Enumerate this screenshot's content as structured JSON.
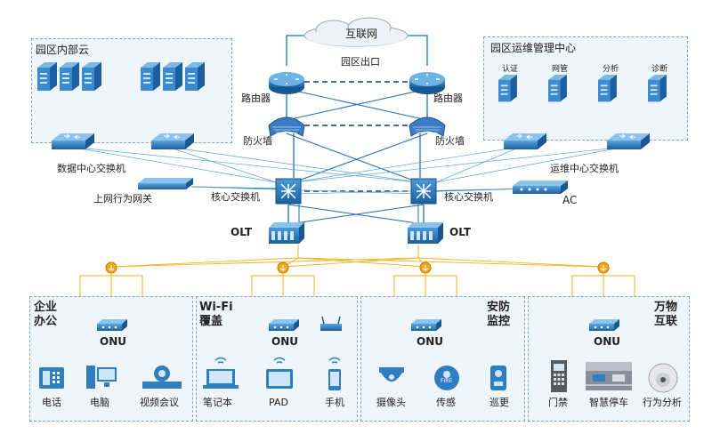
{
  "internet": "互联网",
  "park_exit": "园区出口",
  "router": "路由器",
  "firewall": "防火墙",
  "core_switch": "核心交换机",
  "olt": "OLT",
  "onu": "ONU",
  "cloud_panel": {
    "title": "园区内部云",
    "switch_label": "数据中心交换机"
  },
  "ops_panel": {
    "title": "园区运维管理中心",
    "items": [
      "认证",
      "网管",
      "分析",
      "诊断"
    ],
    "switch_label": "运维中心交换机"
  },
  "gateway_label": "上网行为网关",
  "ac_label": "AC",
  "zones": [
    {
      "title_lines": [
        "企业",
        "办公"
      ],
      "devices": [
        "电话",
        "电脑",
        "视频会议"
      ]
    },
    {
      "title_lines": [
        "Wi-Fi",
        "覆盖"
      ],
      "devices": [
        "笔记本",
        "PAD",
        "手机"
      ]
    },
    {
      "title_lines": [
        "安防",
        "监控"
      ],
      "devices": [
        "摄像头",
        "传感",
        "巡更"
      ]
    },
    {
      "title_lines": [
        "万物",
        "互联"
      ],
      "devices": [
        "门禁",
        "智慧停车",
        "行为分析"
      ]
    }
  ],
  "sensor_badge": "FIRE",
  "colors": {
    "link": "#1e6fb8",
    "fiber": "#f2b21b",
    "device": "#2f7ec2",
    "panel_bg": "#eef5fb",
    "panel_border": "#7aa8c8"
  }
}
